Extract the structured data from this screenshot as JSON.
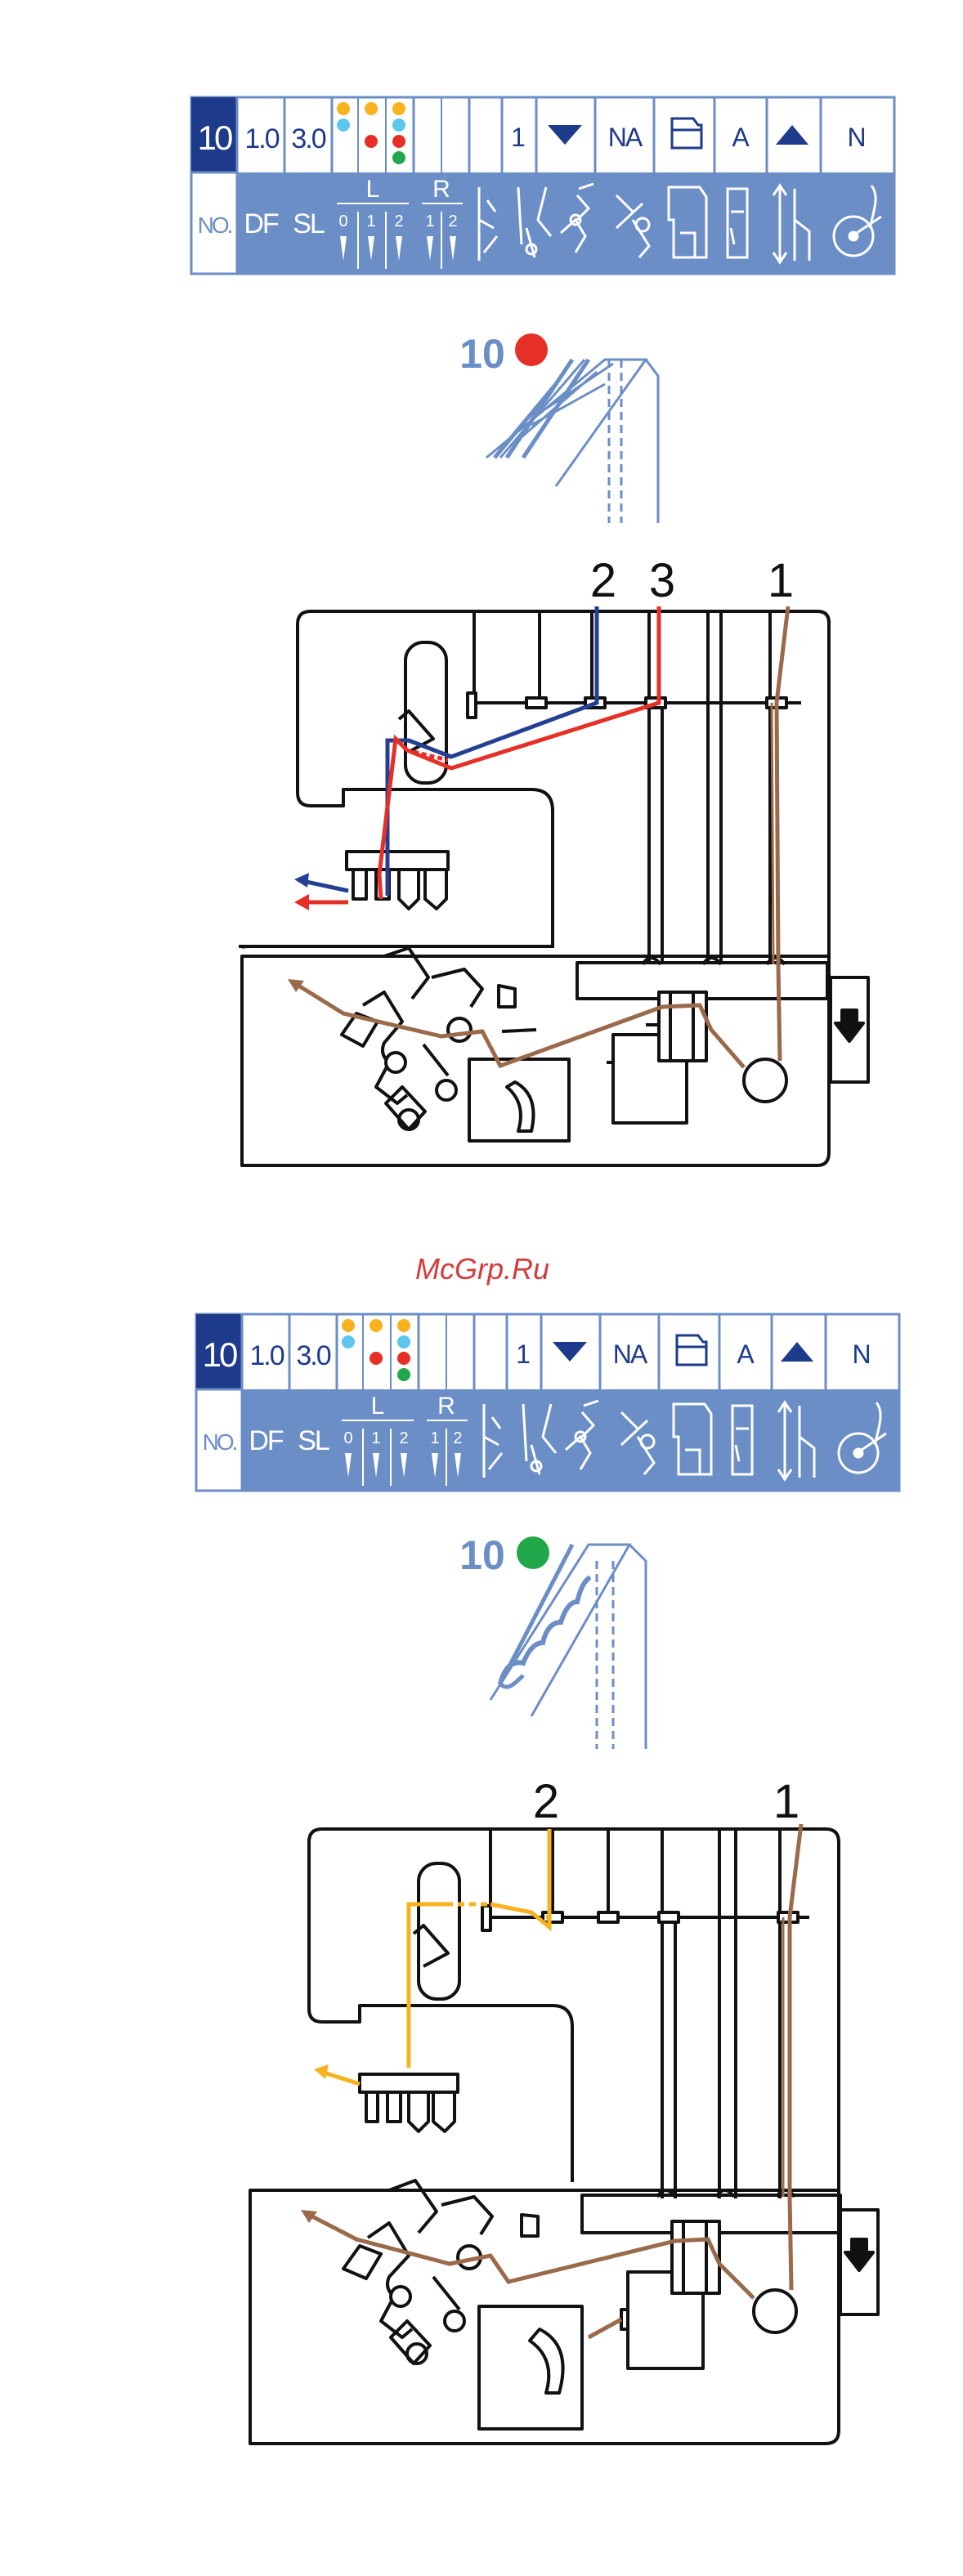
{
  "watermark": "McGrp.Ru",
  "colors": {
    "table_blue": "#6b8ec7",
    "table_dark": "#1e3a8a",
    "num_blue": "#6b8ec7",
    "red_dot": "#e63027",
    "green_dot": "#21a84a",
    "yellow_dot": "#f7b21e",
    "cyan_dot": "#5bc6ee",
    "thread_blue": "#243f94",
    "thread_red": "#e63027",
    "thread_brown": "#9a6a4a",
    "thread_yellow": "#f7b21e"
  },
  "sections": [
    {
      "table": {
        "no_value": "10",
        "df_value": "1.0",
        "sl_value": "3.0",
        "tension_value": "1",
        "na_label": "NA",
        "a_label": "A",
        "n_label": "N",
        "row2": {
          "no_label": "NO.",
          "df_label": "DF",
          "sl_label": "SL",
          "l_label": "L",
          "r_label": "R",
          "l_needles": [
            "0",
            "1",
            "2"
          ],
          "r_needles": [
            "1",
            "2"
          ]
        }
      },
      "stitch": {
        "number": "10",
        "dot_color": "red"
      },
      "thread_labels": [
        "2",
        "3",
        "1"
      ]
    },
    {
      "table": {
        "no_value": "10",
        "df_value": "1.0",
        "sl_value": "3.0",
        "tension_value": "1",
        "na_label": "NA",
        "a_label": "A",
        "n_label": "N",
        "row2": {
          "no_label": "NO.",
          "df_label": "DF",
          "sl_label": "SL",
          "l_label": "L",
          "r_label": "R",
          "l_needles": [
            "0",
            "1",
            "2"
          ],
          "r_needles": [
            "1",
            "2"
          ]
        }
      },
      "stitch": {
        "number": "10",
        "dot_color": "green"
      },
      "thread_labels": [
        "2",
        "1"
      ]
    }
  ]
}
